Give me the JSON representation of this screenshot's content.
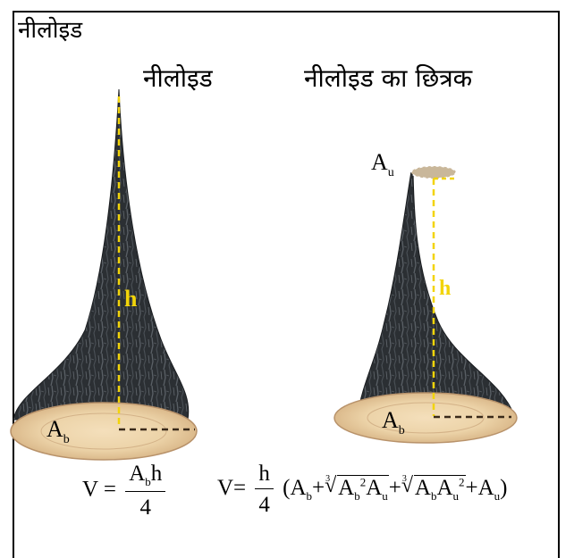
{
  "title": "नीलोइड",
  "left": {
    "label": "नीलोइड",
    "height_label": "h",
    "base_area_label": "A",
    "base_area_sub": "b",
    "formula": {
      "lhs": "V =",
      "num": "A",
      "num_sub": "b",
      "num_tail": "h",
      "den": "4"
    }
  },
  "right": {
    "label": "नीलोइड का छित्रक",
    "height_label": "h",
    "base_area_label": "A",
    "base_area_sub": "b",
    "top_area_label": "A",
    "top_area_sub": "u",
    "formula": {
      "lhs": "V=",
      "num": "h",
      "den": "4",
      "open": "(A",
      "t1_sub": "b",
      "plus": "+",
      "root_index": "3",
      "r1_a": "A",
      "r1_a_sub": "b",
      "r1_a_sup": "2",
      "r1_b": "A",
      "r1_b_sub": "u",
      "r2_a": "A",
      "r2_a_sub": "b",
      "r2_b": "A",
      "r2_b_sub": "u",
      "r2_b_sup": "2",
      "last": "+A",
      "last_sub": "u",
      "close": ")"
    }
  },
  "colors": {
    "bark_dark": "#2b2f33",
    "bark_mid": "#4a5056",
    "wood": "#ecd3a8",
    "wood_ring": "#c9a47a",
    "height_line": "#f2d40a",
    "border": "#000000"
  }
}
